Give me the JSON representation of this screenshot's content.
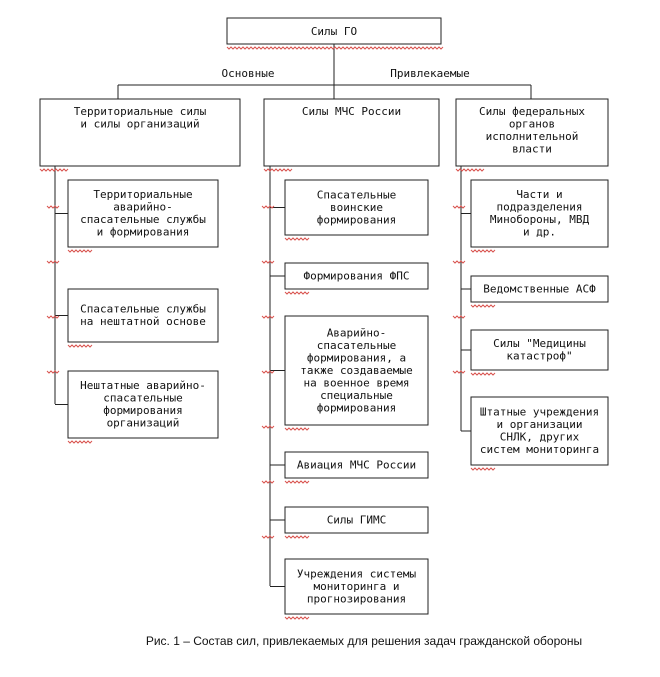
{
  "root": {
    "label": "Силы ГО"
  },
  "branch_labels": {
    "main": "Основные",
    "attracted": "Привлекаемые"
  },
  "columns": [
    {
      "id": "territorial",
      "header": [
        "Территориальные силы",
        "и силы организаций"
      ],
      "children": [
        [
          "Территориальные",
          "аварийно-",
          "спасательные службы",
          "и формирования"
        ],
        [
          "Спасательные службы",
          "на нештатной основе"
        ],
        [
          "Нештатные аварийно-",
          "спасательные",
          "формирования",
          "организаций"
        ]
      ]
    },
    {
      "id": "emercom",
      "header": [
        "Силы МЧС России"
      ],
      "children": [
        [
          "Спасательные",
          "воинские",
          "формирования"
        ],
        [
          "Формирования ФПС"
        ],
        [
          "Аварийно-",
          "спасательные",
          "формирования, а",
          "также создаваемые",
          "на военное время",
          "специальные",
          "формирования"
        ],
        [
          "Авиация МЧС России"
        ],
        [
          "Силы ГИМС"
        ],
        [
          "Учреждения системы",
          "мониторинга и",
          "прогнозирования"
        ]
      ]
    },
    {
      "id": "federal",
      "header": [
        "Силы федеральных",
        "органов",
        "исполнительной",
        "власти"
      ],
      "children": [
        [
          "Части и",
          "подразделения",
          "Минобороны, МВД",
          "и др."
        ],
        [
          "Ведомственные АСФ"
        ],
        [
          "Силы \"Медицины",
          "катастроф\""
        ],
        [
          "Штатные учреждения",
          "и организации",
          "СНЛК, других",
          "систем мониторинга"
        ]
      ]
    }
  ],
  "caption": "Рис. 1 – Состав сил, привлекаемых для решения задач гражданской обороны"
}
